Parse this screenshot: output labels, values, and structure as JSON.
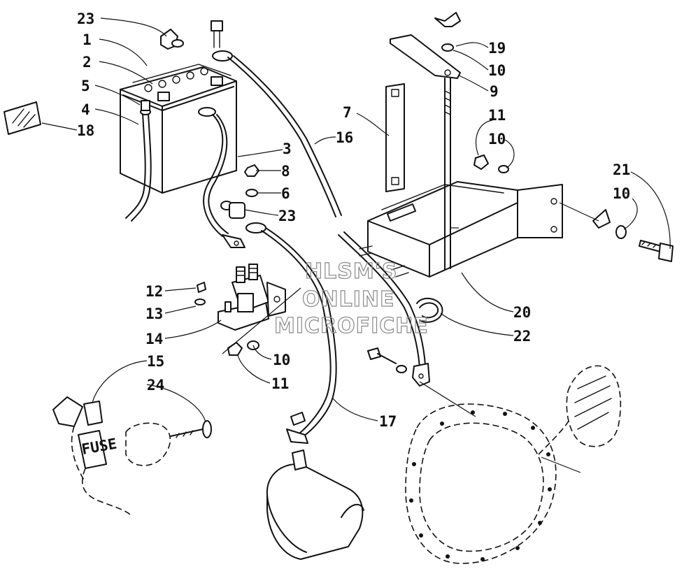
{
  "watermark": {
    "line1": "HLSM'S",
    "line2": "ONLINE",
    "line3": "MICROFICHE"
  },
  "callouts": {
    "c23a": "23",
    "c1": "1",
    "c2": "2",
    "c5": "5",
    "c4": "4",
    "c18": "18",
    "c3": "3",
    "c16": "16",
    "c7": "7",
    "c19": "19",
    "c10a": "10",
    "c9": "9",
    "c11a": "11",
    "c10b": "10",
    "c8": "8",
    "c6": "6",
    "c23b": "23",
    "c21": "21",
    "c10c": "10",
    "c12": "12",
    "c13": "13",
    "c14": "14",
    "c20": "20",
    "c22": "22",
    "c10d": "10",
    "c11b": "11",
    "c15": "15",
    "c24": "24",
    "c17": "17"
  },
  "fuse_label": "FUSE"
}
